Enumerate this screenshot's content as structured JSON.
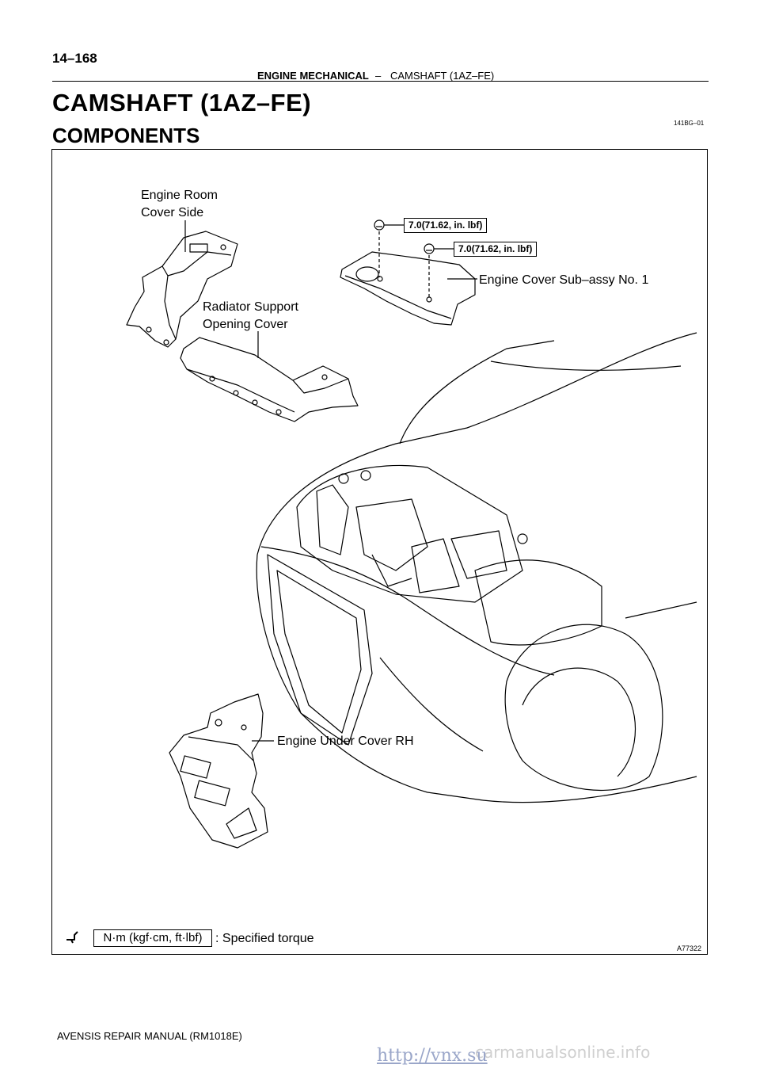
{
  "header": {
    "page_number": "14–168",
    "section": "ENGINE MECHANICAL",
    "separator": "–",
    "subsection": "CAMSHAFT (1AZ–FE)"
  },
  "title": "CAMSHAFT (1AZ–FE)",
  "subtitle": "COMPONENTS",
  "doc_code": "141BG–01",
  "figure": {
    "callouts": {
      "engine_room_cover_side_1": "Engine Room",
      "engine_room_cover_side_2": "Cover Side",
      "radiator_support_1": "Radiator Support",
      "radiator_support_2": "Opening Cover",
      "engine_cover_sub_assy": "Engine Cover Sub–assy No. 1",
      "engine_under_cover": "Engine Under Cover RH"
    },
    "torque_specs": [
      {
        "value": "7.0",
        "detail": "(71.62, in. lbf)"
      },
      {
        "value": "7.0",
        "detail": "(71.62, in. lbf)"
      }
    ],
    "legend": {
      "unit_box": "N·m (kgf·cm, ft·lbf)",
      "text": ": Specified torque"
    },
    "figure_code": "A77322"
  },
  "footer": "AVENSIS REPAIR MANUAL   (RM1018E)",
  "watermarks": {
    "site_1": "carmanualsonline.info",
    "site_2": "http://vnx.su"
  }
}
